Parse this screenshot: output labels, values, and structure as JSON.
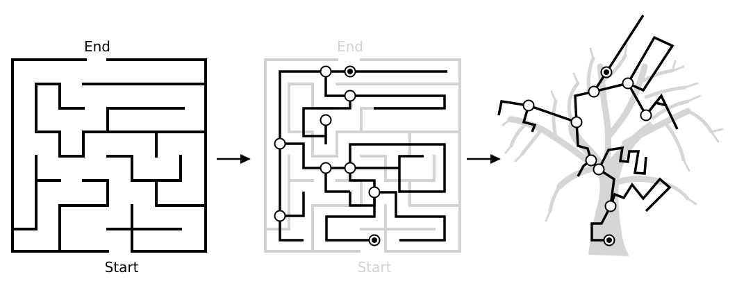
{
  "panels": {
    "maze": {
      "top_label": "End",
      "bottom_label": "Start"
    },
    "maze_graph": {
      "top_label": "End",
      "bottom_label": "Start"
    },
    "tree": {}
  },
  "colors": {
    "ink": "#000000",
    "faded_maze": "#d3d3d3",
    "tree_silhouette": "#d6d6d6",
    "node_fill": "#ffffff",
    "page_background": "#ffffff"
  },
  "icons": {
    "transition_1": "right-arrow-icon",
    "transition_2": "right-arrow-icon"
  }
}
